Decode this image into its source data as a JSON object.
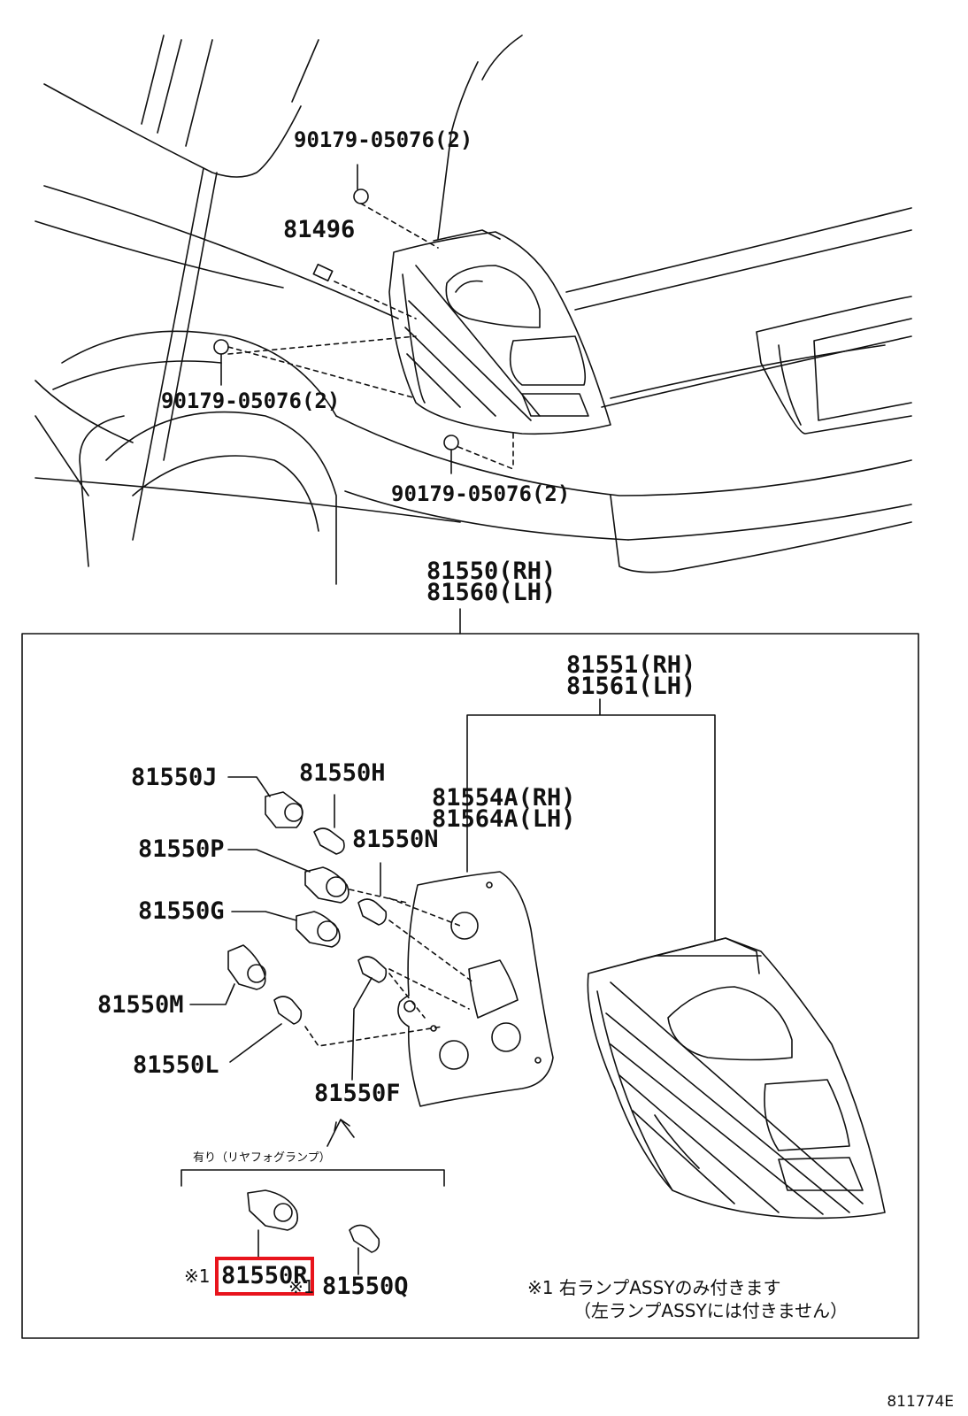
{
  "callouts": {
    "clip_top": "90179-05076(2)",
    "screw": "81496",
    "clip_left": "90179-05076(2)",
    "clip_bottom": "90179-05076(2)",
    "lamp_assy_rh": "81550(RH)",
    "lamp_assy_lh": "81560(LH)",
    "lens_rh": "81551(RH)",
    "lens_lh": "81561(LH)",
    "gasket_rh": "81554A(RH)",
    "gasket_lh": "81564A(LH)",
    "part_j": "81550J",
    "part_h": "81550H",
    "part_n": "81550N",
    "part_p": "81550P",
    "part_g": "81550G",
    "part_m": "81550M",
    "part_l": "81550L",
    "part_f": "81550F",
    "part_r": "81550R",
    "part_q": "81550Q"
  },
  "notes": {
    "option_label": "有り（リヤフォグランプ）",
    "mark_r": "※1",
    "mark_q": "※1",
    "footnote_line1": "※1 右ランプASSYのみ付きます",
    "footnote_line2": "（左ランプASSYには付きません）"
  },
  "diagram_id": "811774E",
  "colors": {
    "highlight": "#e8141c",
    "line": "#111111"
  }
}
